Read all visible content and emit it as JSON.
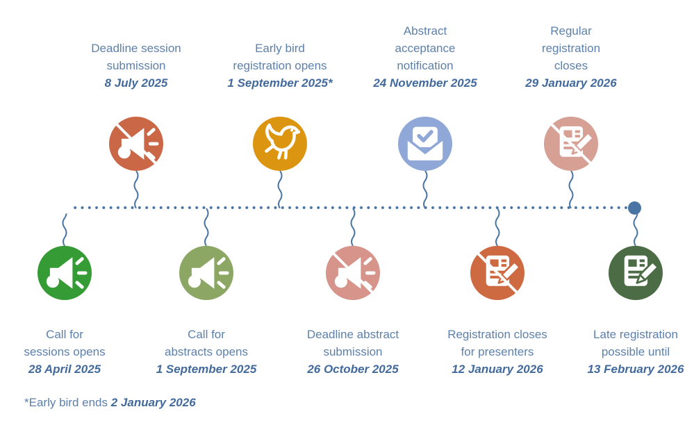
{
  "timeline": {
    "line_color": "#4a74a4",
    "ring_color": "#6d8fb8",
    "end_dot_color": "#4a74a4"
  },
  "colors": {
    "label_text": "#5d80ab",
    "date_text": "#42699c"
  },
  "events": [
    {
      "row": "top",
      "label": [
        "Deadline session",
        "submission"
      ],
      "date": "8 July 2025",
      "icon": "megaphone-icon",
      "slashed": true,
      "color": "#c96747"
    },
    {
      "row": "top",
      "label": [
        "Early bird",
        "registration opens"
      ],
      "date": "1 September 2025*",
      "icon": "bird-icon",
      "slashed": false,
      "color": "#dc9511"
    },
    {
      "row": "top",
      "label": [
        "Abstract",
        "acceptance",
        "notification"
      ],
      "date": "24 November 2025",
      "icon": "inbox-check-icon",
      "slashed": false,
      "color": "#90a8d7"
    },
    {
      "row": "top",
      "label": [
        "Regular",
        "registration",
        "closes"
      ],
      "date": "29 January 2026",
      "icon": "doc-pencil-icon",
      "slashed": true,
      "color": "#d7a094"
    },
    {
      "row": "bottom",
      "label": [
        "Call for",
        "sessions opens"
      ],
      "date": "28 April 2025",
      "icon": "megaphone-icon",
      "slashed": false,
      "color": "#359b35"
    },
    {
      "row": "bottom",
      "label": [
        "Call for",
        "abstracts opens"
      ],
      "date": "1 September 2025",
      "icon": "megaphone-icon",
      "slashed": false,
      "color": "#8ca763"
    },
    {
      "row": "bottom",
      "label": [
        "Deadline abstract",
        "submission"
      ],
      "date": "26 October 2025",
      "icon": "megaphone-icon",
      "slashed": true,
      "color": "#d6948b"
    },
    {
      "row": "bottom",
      "label": [
        "Registration closes",
        "for presenters"
      ],
      "date": "12 January 2026",
      "icon": "doc-pencil-icon",
      "slashed": true,
      "color": "#cd6a41"
    },
    {
      "row": "bottom",
      "label": [
        "Late registration",
        "possible until"
      ],
      "date": "13 February 2026",
      "icon": "doc-pencil-icon",
      "slashed": false,
      "color": "#4c6c45"
    }
  ],
  "footnote": {
    "prefix": "*Early bird ends ",
    "date": "2 January 2026"
  }
}
